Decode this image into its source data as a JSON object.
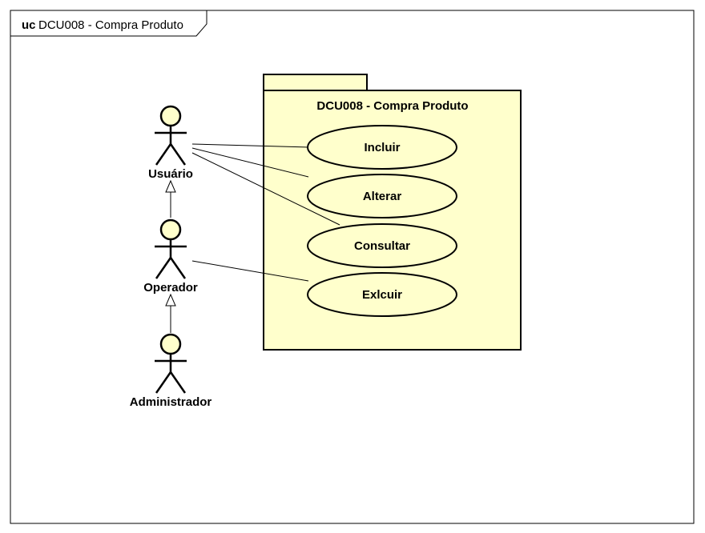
{
  "frame": {
    "keyword": "uc",
    "name": "DCU008 - Compra Produto"
  },
  "package": {
    "title": "DCU008 - Compra Produto"
  },
  "actors": [
    {
      "id": "usuario",
      "label": "Usuário"
    },
    {
      "id": "operador",
      "label": "Operador"
    },
    {
      "id": "administrador",
      "label": "Administrador"
    }
  ],
  "use_cases": [
    {
      "id": "incluir",
      "label": "Incluir"
    },
    {
      "id": "alterar",
      "label": "Alterar"
    },
    {
      "id": "consultar",
      "label": "Consultar"
    },
    {
      "id": "excluir",
      "label": "Exlcuir"
    }
  ],
  "associations": [
    {
      "from": "usuario",
      "to": "incluir"
    },
    {
      "from": "usuario",
      "to": "alterar"
    },
    {
      "from": "usuario",
      "to": "consultar"
    },
    {
      "from": "operador",
      "to": "excluir"
    }
  ],
  "generalizations": [
    {
      "child": "operador",
      "parent": "usuario"
    },
    {
      "child": "administrador",
      "parent": "operador"
    }
  ],
  "colors": {
    "fill": "#ffffcc",
    "stroke": "#000000",
    "background": "#ffffff"
  }
}
